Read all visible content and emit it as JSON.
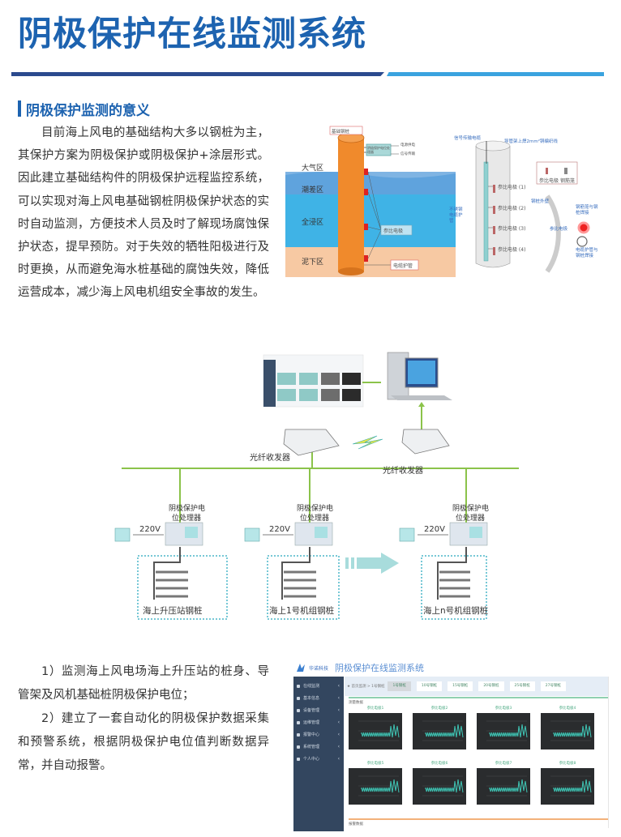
{
  "page": {
    "title": "阴极保护在线监测系统",
    "colors": {
      "title_blue": "#1d63b0",
      "bar_dark": "#2b4a8e",
      "bar_light": "#3aa3df",
      "green_line": "#8bc34a"
    }
  },
  "section1": {
    "heading": "阴极保护监测的意义",
    "paragraph": "目前海上风电的基础结构大多以钢桩为主，其保护方案为阴极保护或阴极保护+涂层形式。因此建立基础结构件的阴极保护远程监控系统，可以实现对海上风电基础钢桩阴极保护状态的实时自动监测，方便技术人员及时了解现场腐蚀保护状态，提早预防。对于失效的牺牲阳极进行及时更换，从而避免海水桩基础的腐蚀失效，降低运营成本，减少海上风电机组安全事故的发生。"
  },
  "pile_diagram": {
    "top_label": "基础钢桩",
    "box_label": "阴极保护电位处理器",
    "power_in": "电源供电",
    "signal_out": "信号传输",
    "zones": [
      "大气区",
      "潮差区",
      "全浸区",
      "泥下区"
    ],
    "reference_electrode": "参比电极",
    "cable_protection": "电缆护管"
  },
  "section_diagram": {
    "cable_label": "信号传输电缆",
    "weld_label": "导管架上焊2mm²铜编织线",
    "tube_label": "不锈钢电缆护管",
    "electrodes": [
      "参比电极\n(1)",
      "参比电极\n(2)",
      "参比电极\n(3)",
      "参比电极\n(4)"
    ],
    "legend": [
      "参比电极",
      "钢筋笼"
    ],
    "pile_wall": "钢桩外壁",
    "weld_joint": "钢筋笼与钢桩焊接",
    "ref_electrode": "参比电极",
    "cable_tube_weld": "电缆护管与钢桩焊接"
  },
  "network": {
    "transceiver_left": "光纤收发器",
    "transceiver_right": "光纤收发器",
    "processor_label_line1": "阴极保护电",
    "processor_label_line2": "位处理器",
    "voltage": "220V",
    "sites": [
      "海上升压站钢桩",
      "海上1号机组钢桩",
      "海上n号机组钢桩"
    ]
  },
  "section2": {
    "items": [
      "1）监测海上风电场海上升压站的桩身、导管架及风机基础桩阴极保护电位；",
      "2）建立了一套自动化的阴极保护数据采集和预警系统，根据阴极保护电位值判断数据异常，并自动报警。"
    ]
  },
  "dashboard": {
    "brand": "华诺科技",
    "title": "阴极保护在线监测系统",
    "sidebar": [
      {
        "label": "在线监测",
        "icon": "monitor-icon"
      },
      {
        "label": "基本信息",
        "icon": "info-icon"
      },
      {
        "label": "设备管理",
        "icon": "device-icon"
      },
      {
        "label": "运维管理",
        "icon": "maintenance-icon"
      },
      {
        "label": "报警中心",
        "icon": "alarm-icon"
      },
      {
        "label": "系统管理",
        "icon": "settings-icon"
      },
      {
        "label": "个人中心",
        "icon": "user-icon"
      }
    ],
    "breadcrumb": "★ 首页监测 > 1号钢桩",
    "tabs": [
      "1号钢桩",
      "10号钢桩",
      "15号钢桩",
      "20号钢桩",
      "25号钢桩",
      "27号钢桩"
    ],
    "active_tab": 0,
    "section_top": "测量数据",
    "section_bottom": "报警数据",
    "charts": [
      {
        "caption": "参比电极1"
      },
      {
        "caption": "参比电极2"
      },
      {
        "caption": "参比电极3"
      },
      {
        "caption": "参比电极4"
      },
      {
        "caption": "参比电极5"
      },
      {
        "caption": "参比电极6"
      },
      {
        "caption": "参比电极7"
      },
      {
        "caption": "参比电极8"
      }
    ],
    "chart_axis": {
      "y_top": "1000",
      "y_mid": "0",
      "y_bottom": "-1000",
      "x_ticks": [
        "01",
        "1:15"
      ]
    }
  }
}
